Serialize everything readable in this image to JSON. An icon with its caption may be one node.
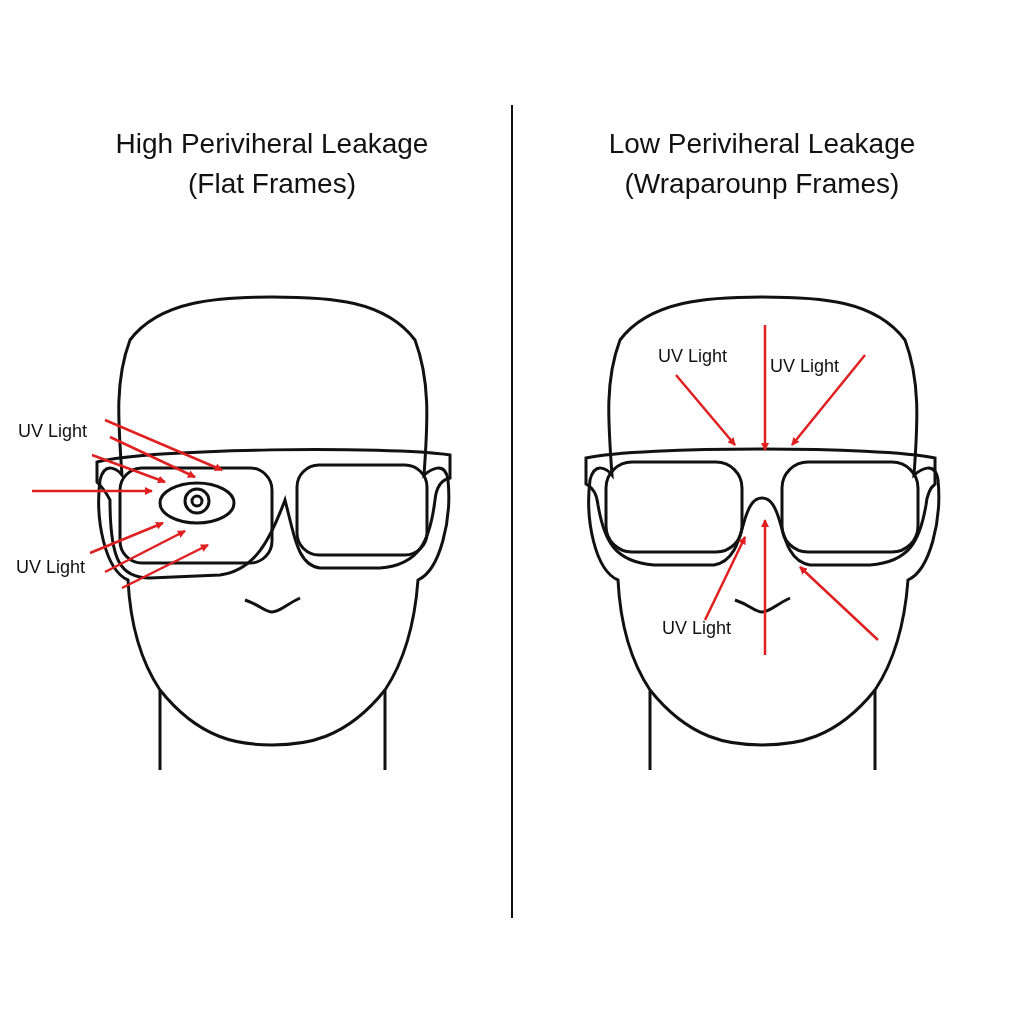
{
  "diagram": {
    "labels": [
      "High Periviheral Leakage (Flat Frames)",
      "Low Periviheral Leakage (Wraparounp Frames)",
      "UV Light",
      "UV Light",
      "UV Light",
      "UV Light",
      "UV Light"
    ]
  }
}
